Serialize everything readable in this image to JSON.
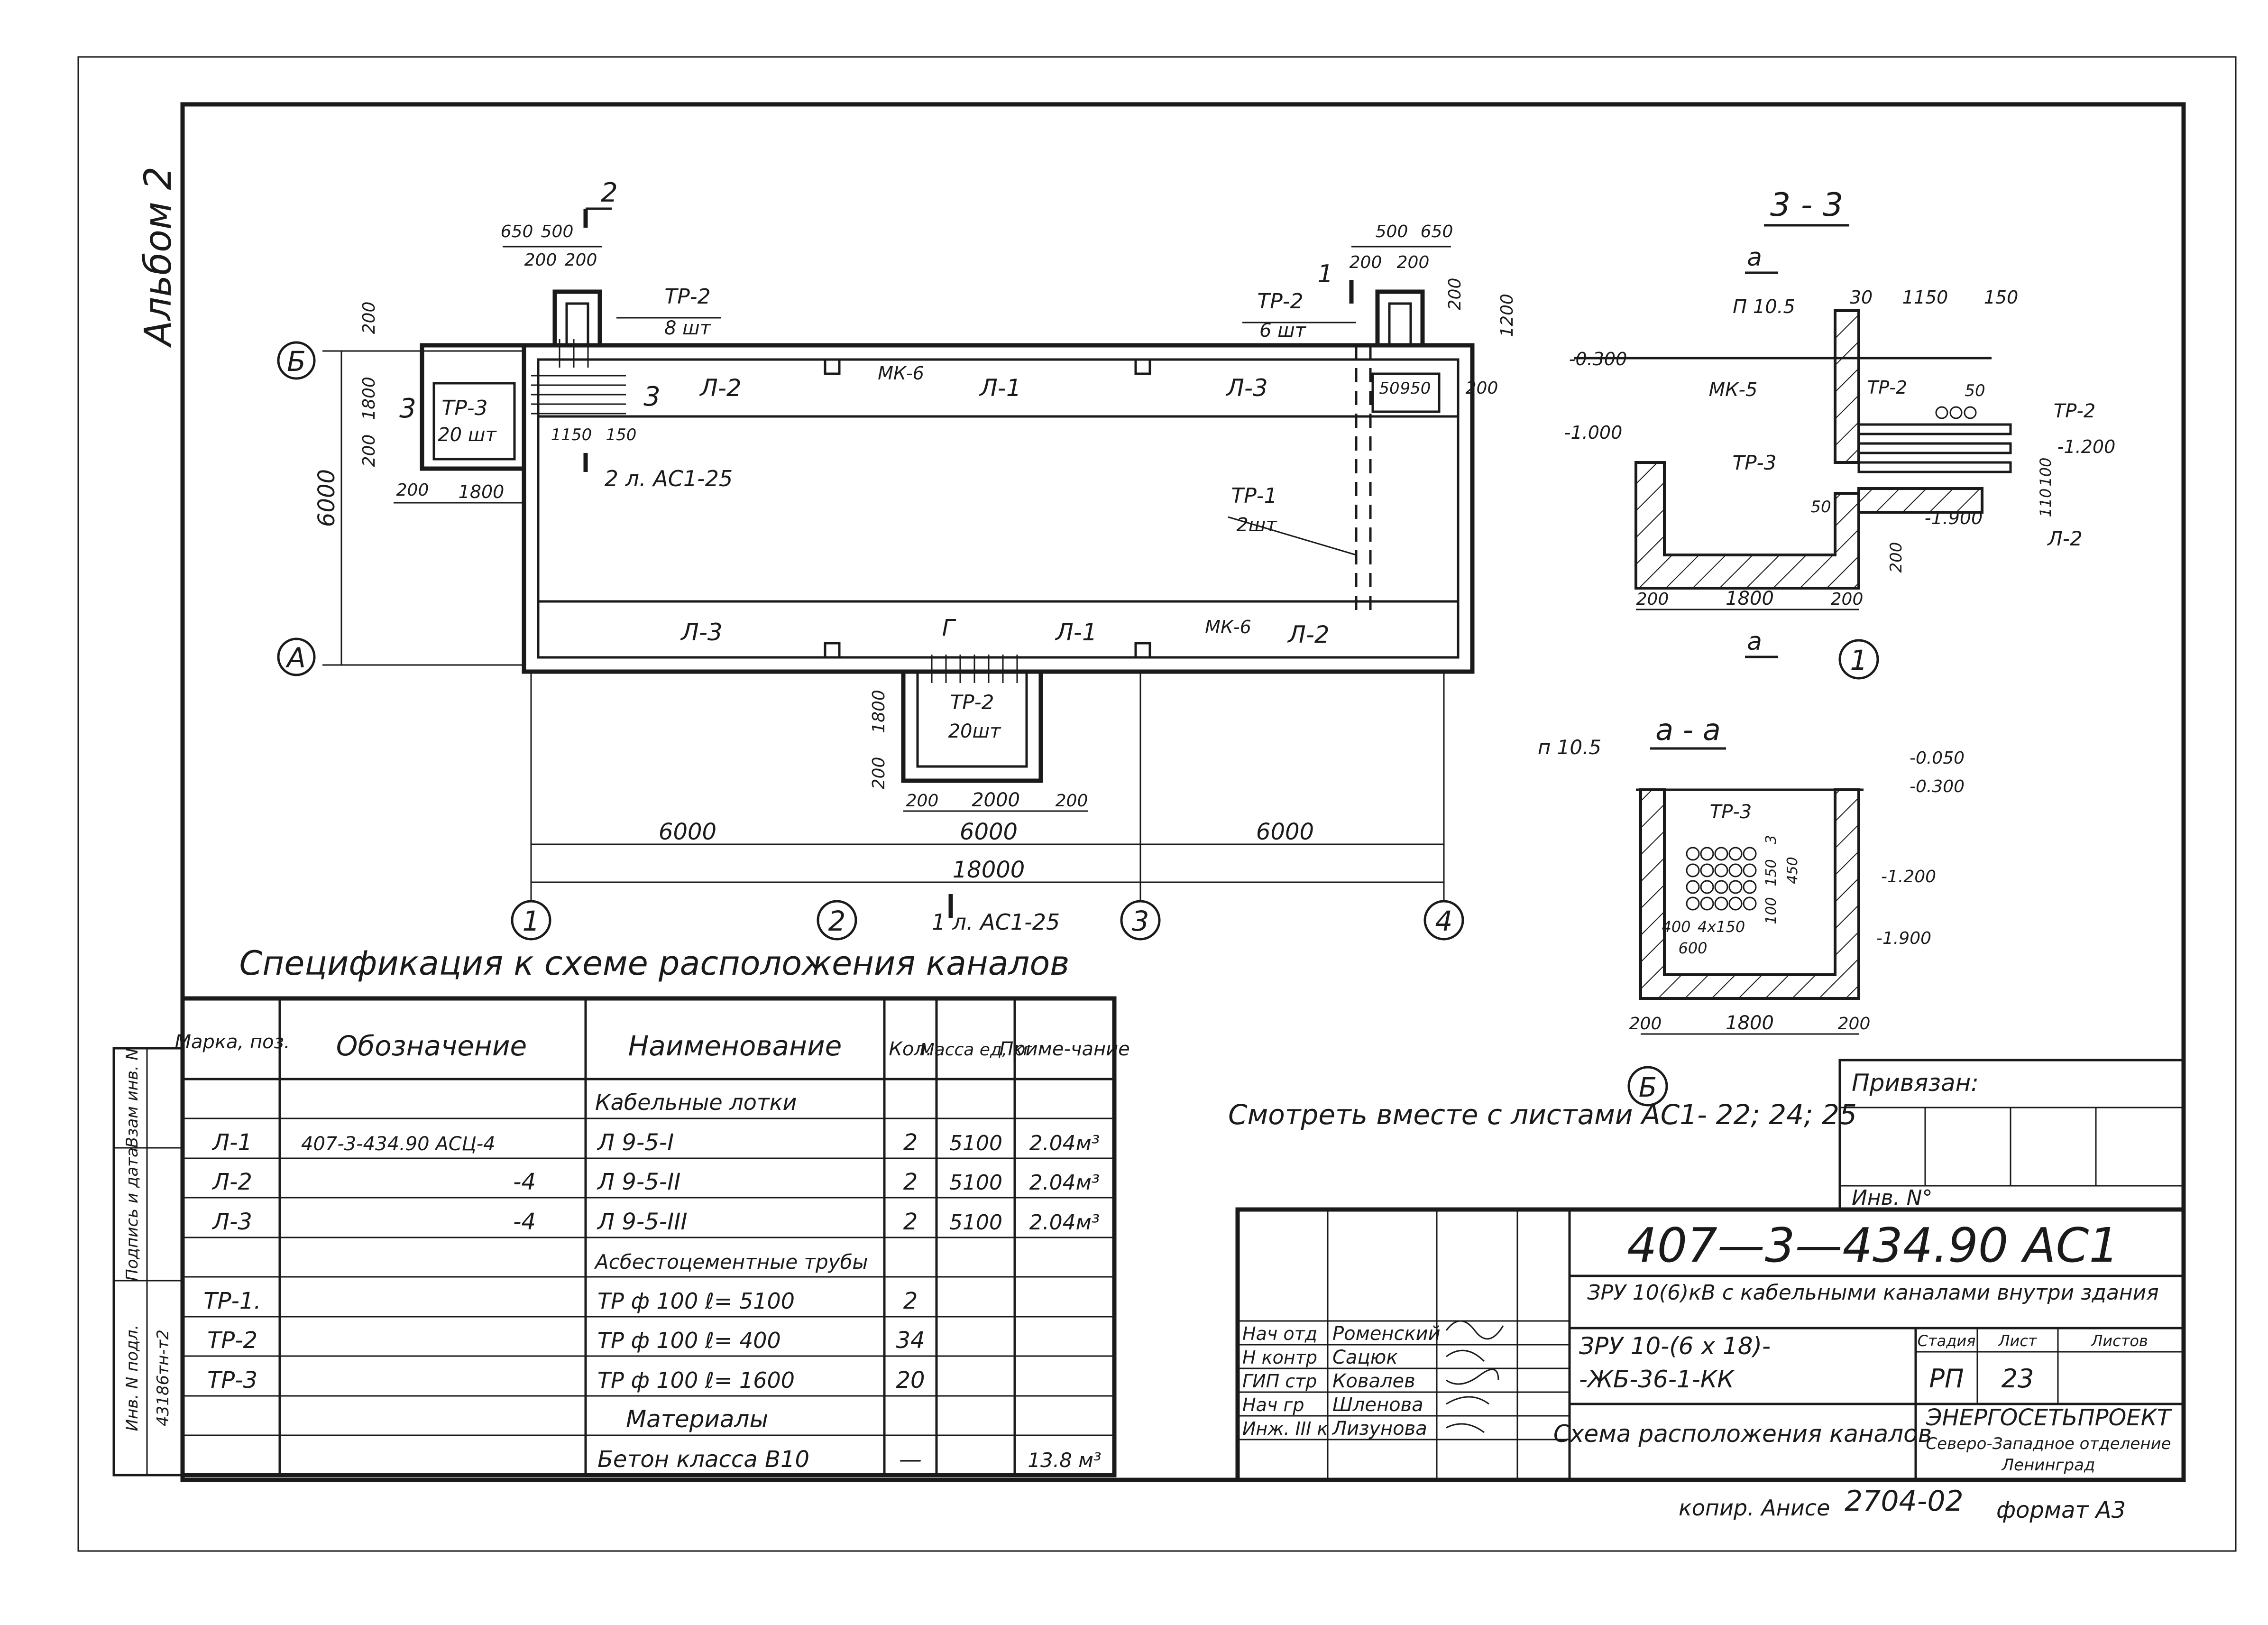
{
  "album": "Альбом 2",
  "plan": {
    "section_2_mark": "2",
    "section_1_mark": "1",
    "axis_letters": [
      "Б",
      "А"
    ],
    "axis_numbers": [
      "1",
      "2",
      "3",
      "4"
    ],
    "dims": {
      "d650_left": "650",
      "d500_left": "500",
      "d200_l1": "200",
      "d200_l2": "200",
      "d500_right": "500",
      "d650_right": "650",
      "d200_r1": "200",
      "d200_r2": "200",
      "d200_r3": "200",
      "d1200": "1200",
      "d200_tl": "200",
      "d1800_l": "1800",
      "d200_l3": "200",
      "d6000_v": "6000",
      "d200_bl": "200",
      "d1800_bl": "1800",
      "d1150": "1150",
      "d150": "150",
      "d50": "50",
      "d950": "950",
      "d200_rr": "200",
      "d1800_pit": "1800",
      "d200_pit": "200",
      "d200_pit_l": "200",
      "d2000": "2000",
      "d200_pit_r": "200",
      "span1": "6000",
      "span2": "6000",
      "span3": "6000",
      "total": "18000"
    },
    "labels": {
      "tr2_8": "ТР-2",
      "tr2_8q": "8 шт",
      "tr2_6": "ТР-2",
      "tr2_6q": "6 шт",
      "tr3": "ТР-3",
      "tr3q": "20 шт",
      "tr1": "ТР-1",
      "tr1q": "2шт",
      "tr2_20": "ТР-2",
      "tr2_20q": "20шт",
      "l2_top": "Л-2",
      "l1_top": "Л-1",
      "l3_top": "Л-3",
      "l3_bot": "Л-3",
      "l1_bot": "Л-1",
      "l2_bot": "Л-2",
      "mk6_top": "МК-6",
      "mk6_bot": "МК-6",
      "sec3": "3",
      "sec3b": "3",
      "g_mark": "Г",
      "ref_left": "2 л. АС1-25",
      "ref_bottom": "1 л. АС1-25"
    }
  },
  "section_33": {
    "title": "3 - 3",
    "cut_a": "а",
    "cut_a2": "а",
    "p105": "П 10.5",
    "mk5": "МК-5",
    "tr2a": "ТР-2",
    "tr2b": "ТР-2",
    "tr3": "ТР-3",
    "l2": "Л-2",
    "lvl_0300": "-0.300",
    "lvl_1000": "-1.000",
    "lvl_1200": "-1.200",
    "lvl_1900": "-1.900",
    "d30": "30",
    "d1150": "1150",
    "d150": "150",
    "d50a": "50",
    "d50b": "50",
    "d110": "110",
    "d100": "100",
    "d200v": "200",
    "d200l": "200",
    "d1800": "1800",
    "d200r": "200",
    "axis": "1"
  },
  "section_aa": {
    "title": "а - а",
    "p105": "п 10.5",
    "tr3": "ТР-3",
    "lvl_0050": "-0.050",
    "lvl_0300": "-0.300",
    "lvl_1200": "-1.200",
    "lvl_1900": "-1.900",
    "d400": "400",
    "d4x150": "4x150",
    "d600": "600",
    "d150": "150",
    "d450": "450",
    "d3x": "3",
    "d100v": "100",
    "d200l": "200",
    "d1800": "1800",
    "d200r": "200",
    "axis": "Б"
  },
  "spec": {
    "title": "Спецификация к схеме расположения каналов",
    "headers": {
      "mark": "Марка, поз.",
      "designation": "Обозначение",
      "name": "Наименование",
      "qty": "Кол.",
      "mass": "Масса ед, кг",
      "note": "Приме-чание"
    },
    "rows": [
      {
        "mark": "",
        "designation": "",
        "name": "Кабельные лотки",
        "qty": "",
        "mass": "",
        "note": ""
      },
      {
        "mark": "Л-1",
        "designation": "407-3-434.90 АСЦ-4",
        "name": "Л 9-5-I",
        "qty": "2",
        "mass": "5100",
        "note": "2.04м³"
      },
      {
        "mark": "Л-2",
        "designation": "-4",
        "name": "Л 9-5-II",
        "qty": "2",
        "mass": "5100",
        "note": "2.04м³"
      },
      {
        "mark": "Л-3",
        "designation": "-4",
        "name": "Л 9-5-III",
        "qty": "2",
        "mass": "5100",
        "note": "2.04м³"
      },
      {
        "mark": "",
        "designation": "",
        "name": "Асбестоцементные трубы",
        "qty": "",
        "mass": "",
        "note": ""
      },
      {
        "mark": "ТР-1.",
        "designation": "",
        "name": "ТР ф 100 ℓ= 5100",
        "qty": "2",
        "mass": "",
        "note": ""
      },
      {
        "mark": "ТР-2",
        "designation": "",
        "name": "ТР ф 100 ℓ= 400",
        "qty": "34",
        "mass": "",
        "note": ""
      },
      {
        "mark": "ТР-3",
        "designation": "",
        "name": "ТР ф 100 ℓ= 1600",
        "qty": "20",
        "mass": "",
        "note": ""
      },
      {
        "mark": "",
        "designation": "",
        "name": "Материалы",
        "qty": "",
        "mass": "",
        "note": ""
      },
      {
        "mark": "",
        "designation": "",
        "name": "Бетон класса В10",
        "qty": "—",
        "mass": "",
        "note": "13.8 м³"
      }
    ]
  },
  "see_also": "Смотреть вместе с листами АС1- 22; 24; 25",
  "left_margin": {
    "inv_zam": "Взам инв. N",
    "sign_date": "Подпись и дата",
    "inv_podl": "Инв. N подл.",
    "inv_val": "43186тн-т2"
  },
  "title_block": {
    "privyazan": "Привязан:",
    "inv_no": "Инв. N°",
    "code": "407—3—434.90 АС1",
    "project": "ЗРУ 10(6)кВ с кабельными каналами внутри здания",
    "building": "ЗРУ 10-(6 х 18)-",
    "building2": "-ЖБ-36-1-КК",
    "stage_h": "Стадия",
    "sheet_h": "Лист",
    "sheets_h": "Листов",
    "stage": "РП",
    "sheet": "23",
    "sheets": "",
    "drawing": "Схема расположения каналов",
    "org": "ЭНЕРГОСЕТЬПРОЕКТ",
    "org2": "Северо-Западное отделение",
    "org3": "Ленинград",
    "roles": [
      "Нач отд",
      "Н контр",
      "ГИП стр",
      "Нач гр",
      "Инж. III к"
    ],
    "names": [
      "Роменский",
      "Сацюк",
      "Ковалев",
      "Шленова",
      "Лизунова"
    ]
  },
  "footer": {
    "copy": "копир. Анисе",
    "num": "2704-02",
    "format": "формат А3"
  }
}
